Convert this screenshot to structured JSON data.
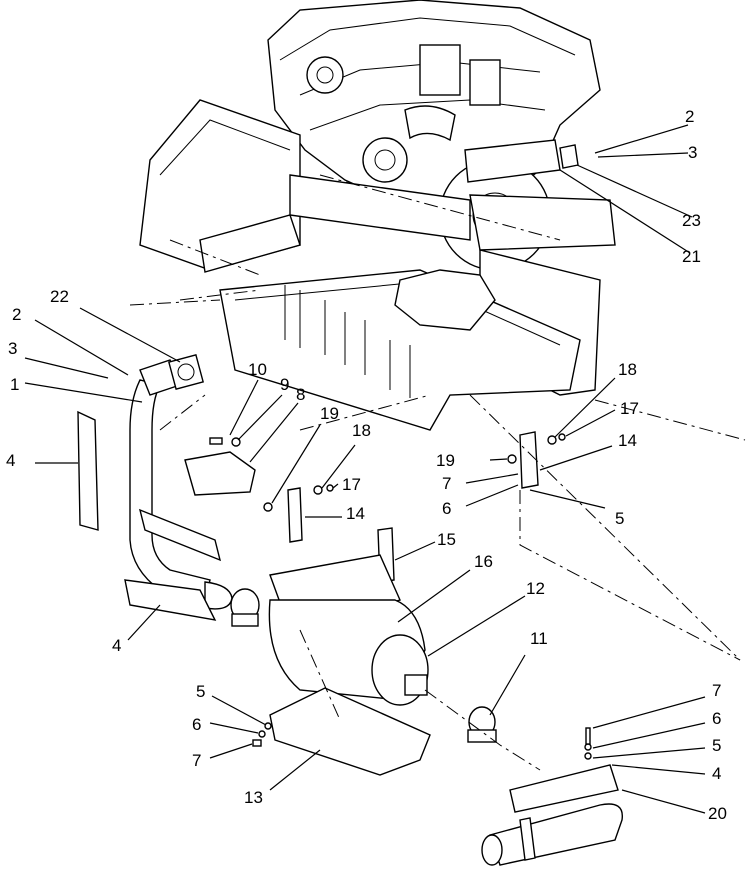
{
  "diagram": {
    "callouts": {
      "c2_top": "2",
      "c3_top": "3",
      "c23": "23",
      "c21": "21",
      "c22": "22",
      "c2_left": "2",
      "c3_left": "3",
      "c1": "1",
      "c4_left": "4",
      "c10": "10",
      "c9": "9",
      "c8": "8",
      "c19_mid": "19",
      "c18_mid": "18",
      "c17_mid": "17",
      "c14_mid": "14",
      "c18_right": "18",
      "c17_right": "17",
      "c14_right": "14",
      "c19_right": "19",
      "c7_right": "7",
      "c6_right": "6",
      "c5_right": "5",
      "c15": "15",
      "c16": "16",
      "c12": "12",
      "c4_lower": "4",
      "c11": "11",
      "c5_lower": "5",
      "c6_lower": "6",
      "c7_lower": "7",
      "c13": "13",
      "c7_br": "7",
      "c6_br": "6",
      "c5_br": "5",
      "c4_br": "4",
      "c20": "20"
    }
  }
}
